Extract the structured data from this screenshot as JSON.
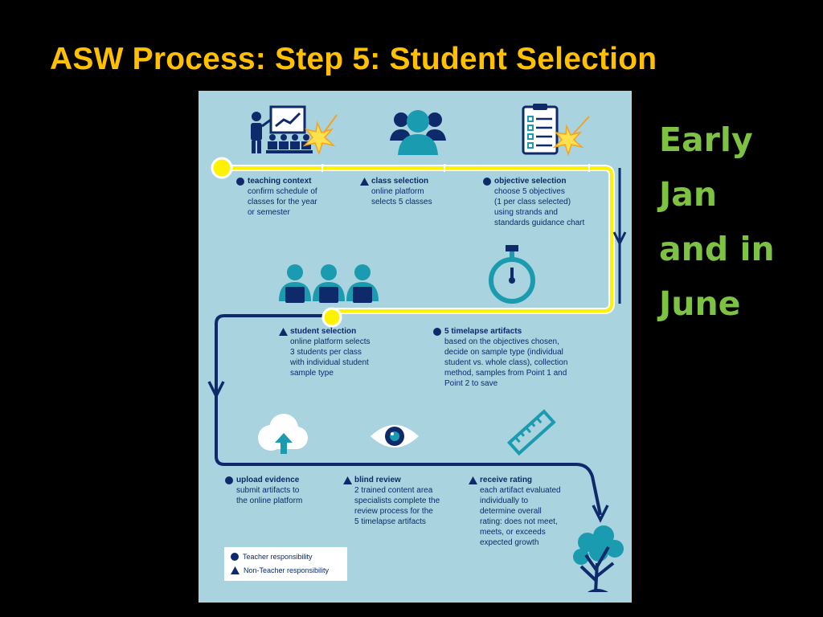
{
  "slide": {
    "title": "ASW Process: Step 5: Student Selection",
    "side_note": [
      "Early",
      "Jan",
      "and in",
      "June"
    ]
  },
  "colors": {
    "background": "#000000",
    "title": "#FFC000",
    "side_note": "#7DC242",
    "panel": "#A8D3DF",
    "navy": "#0E2A6B",
    "teal": "#1A9BAF",
    "yellow_path": "#FFF200"
  },
  "steps": [
    {
      "id": "teaching-context",
      "marker": "circle",
      "icon": "teacher-presentation-icon",
      "title": "teaching context",
      "body": "confirm schedule of\nclasses for the year\nor semester"
    },
    {
      "id": "class-selection",
      "marker": "triangle",
      "icon": "group-icon",
      "title": "class selection",
      "body": "online platform\nselects 5 classes"
    },
    {
      "id": "objective-selection",
      "marker": "circle",
      "icon": "clipboard-checklist-icon",
      "title": "objective selection",
      "body": "choose 5 objectives\n(1 per class selected)\nusing strands and\nstandards guidance chart"
    },
    {
      "id": "student-selection",
      "marker": "triangle",
      "icon": "students-icon",
      "title": "student selection",
      "body": "online platform selects\n3 students per class\nwith individual student\nsample type"
    },
    {
      "id": "timelapse-artifacts",
      "marker": "circle",
      "icon": "stopwatch-icon",
      "title": "5 timelapse artifacts",
      "body": "based on the objectives chosen,\ndecide on sample type (individual\nstudent vs. whole class), collection\nmethod, samples from Point 1 and\nPoint 2 to save"
    },
    {
      "id": "upload-evidence",
      "marker": "circle",
      "icon": "cloud-upload-icon",
      "title": "upload evidence",
      "body": "submit artifacts to\nthe online platform"
    },
    {
      "id": "blind-review",
      "marker": "triangle",
      "icon": "eye-icon",
      "title": "blind review",
      "body": "2 trained content area\nspecialists complete the\nreview process for the\n5 timelapse artifacts"
    },
    {
      "id": "receive-rating",
      "marker": "triangle",
      "icon": "ruler-icon",
      "title": "receive rating",
      "body": "each artifact evaluated\nindividually to\ndetermine overall\nrating: does not meet,\nmeets, or exceeds\nexpected growth"
    }
  ],
  "legend": {
    "teacher": "Teacher responsibility",
    "non_teacher": "Non-Teacher responsibility"
  },
  "end_icon": "tree-icon"
}
